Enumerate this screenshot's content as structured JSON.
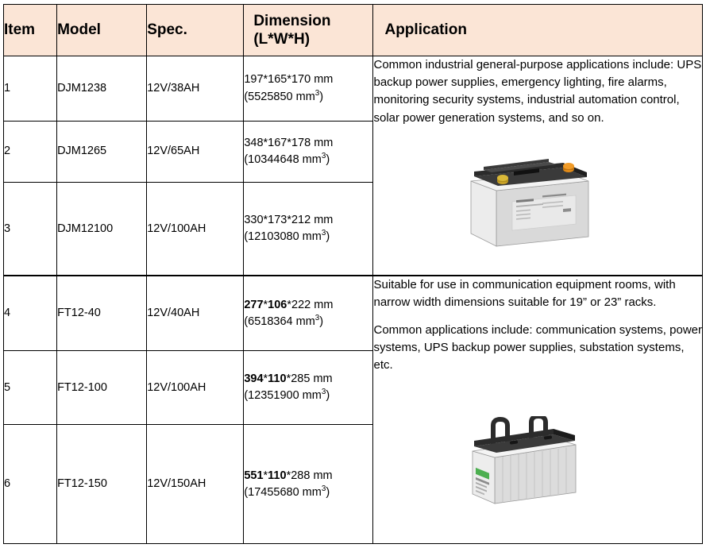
{
  "table": {
    "headers": {
      "item": "Item",
      "model": "Model",
      "spec": "Spec.",
      "dimension_line1": "Dimension",
      "dimension_line2": "(L*W*H)",
      "application": "Application"
    },
    "rows": [
      {
        "item": "1",
        "model": "DJM1238",
        "spec": "12V/38AH",
        "dim_bold1": "",
        "dim_bold2": "",
        "dim_plain": "197*165*170 mm",
        "dim_volume": "(5525850 mm",
        "dim_volume_sup": "3",
        "dim_volume_end": ")"
      },
      {
        "item": "2",
        "model": "DJM1265",
        "spec": "12V/65AH",
        "dim_bold1": "",
        "dim_bold2": "",
        "dim_plain": "348*167*178 mm",
        "dim_volume": "(10344648 mm",
        "dim_volume_sup": "3",
        "dim_volume_end": ")"
      },
      {
        "item": "3",
        "model": "DJM12100",
        "spec": "12V/100AH",
        "dim_bold1": "",
        "dim_bold2": "",
        "dim_plain": "330*173*212 mm",
        "dim_volume": "(12103080 mm",
        "dim_volume_sup": "3",
        "dim_volume_end": ")"
      },
      {
        "item": "4",
        "model": "FT12-40",
        "spec": "12V/40AH",
        "dim_bold1": "277",
        "dim_sep1": "*",
        "dim_bold2": "106",
        "dim_sep2": "*",
        "dim_plain": "222 mm",
        "dim_volume": "(6518364 mm",
        "dim_volume_sup": "3",
        "dim_volume_end": ")"
      },
      {
        "item": "5",
        "model": "FT12-100",
        "spec": "12V/100AH",
        "dim_bold1": "394",
        "dim_sep1": "*",
        "dim_bold2": "110",
        "dim_sep2": "*",
        "dim_plain": "285 mm",
        "dim_volume": "(12351900 mm",
        "dim_volume_sup": "3",
        "dim_volume_end": ")"
      },
      {
        "item": "6",
        "model": "FT12-150",
        "spec": "12V/150AH",
        "dim_bold1": "551",
        "dim_sep1": "*",
        "dim_bold2": "110",
        "dim_sep2": "*",
        "dim_plain": "288 mm",
        "dim_volume": "(17455680 mm",
        "dim_volume_sup": "3",
        "dim_volume_end": ")"
      }
    ],
    "applications": [
      {
        "paragraph1": "Common industrial general-purpose applications include: UPS backup power supplies, emergency lighting, fire alarms, monitoring security systems, industrial automation control, solar power generation systems, and so on.",
        "paragraph2": "",
        "image_name": "top-terminal-battery-photo"
      },
      {
        "paragraph1": "Suitable for use in communication equipment rooms, with narrow width dimensions suitable for 19” or 23” racks.",
        "paragraph2": "Common applications include: communication systems, power systems, UPS backup power supplies, substation systems, etc.",
        "image_name": "front-terminal-battery-photo"
      }
    ]
  },
  "colors": {
    "header_background": "#FBE5D6",
    "border": "#000000",
    "text": "#000000",
    "battery_body": "#E3E3E3",
    "battery_top": "#2B2B2B",
    "terminal_gold": "#C9A227",
    "terminal_orange": "#E08A18",
    "label_green": "#4CAF50"
  }
}
